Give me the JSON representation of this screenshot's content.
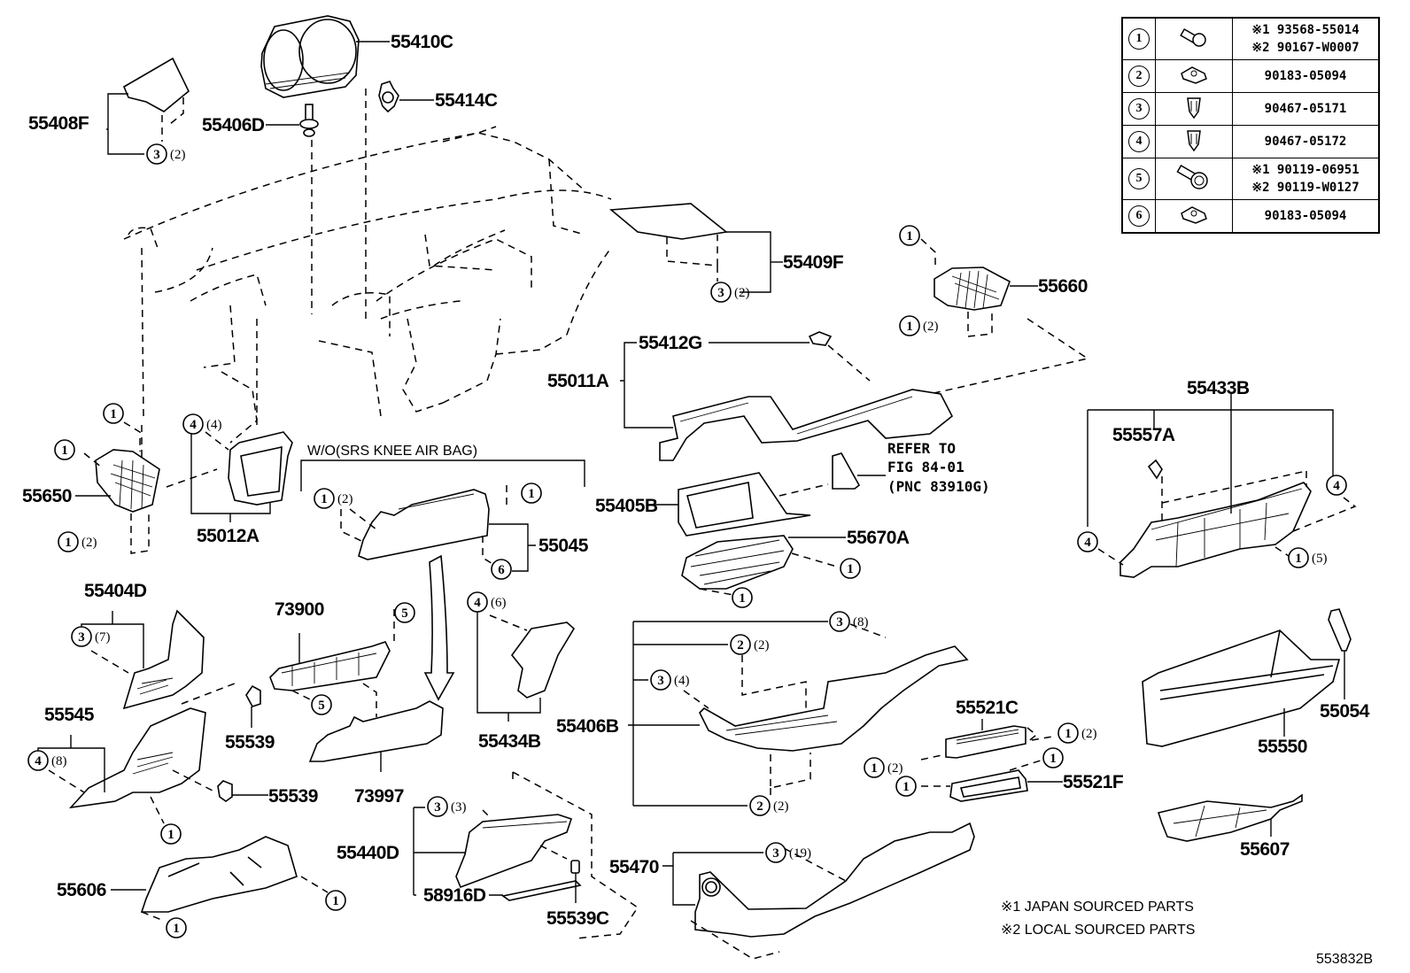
{
  "figure_id": "553832B",
  "fastener_table": [
    {
      "ref": "1",
      "icon": "bolt-icon",
      "part_numbers": [
        "※1 93568-55014",
        "※2 90167-W0007"
      ]
    },
    {
      "ref": "2",
      "icon": "nut-clip-icon",
      "part_numbers": [
        "90183-05094"
      ]
    },
    {
      "ref": "3",
      "icon": "clip-icon",
      "part_numbers": [
        "90467-05171"
      ]
    },
    {
      "ref": "4",
      "icon": "clip-icon",
      "part_numbers": [
        "90467-05172"
      ]
    },
    {
      "ref": "5",
      "icon": "bolt-washer-icon",
      "part_numbers": [
        "※1 90119-06951",
        "※2 90119-W0127"
      ]
    },
    {
      "ref": "6",
      "icon": "nut-clip-icon",
      "part_numbers": [
        "90183-05094"
      ]
    }
  ],
  "notes": [
    "※1  JAPAN  SOURCED  PARTS",
    "※2  LOCAL  SOURCED  PARTS"
  ],
  "condition_label": "W/O(SRS KNEE AIR BAG)",
  "reference": [
    "REFER TO",
    "FIG 84-01",
    "(PNC 83910G)"
  ],
  "parts": {
    "p55410C": "55410C",
    "p55408F": "55408F",
    "p55406D": "55406D",
    "p55414C": "55414C",
    "p55409F": "55409F",
    "p55660": "55660",
    "p55412G": "55412G",
    "p55011A": "55011A",
    "p55650": "55650",
    "p55012A": "55012A",
    "p55045": "55045",
    "p55405B": "55405B",
    "p55670A": "55670A",
    "p55433B": "55433B",
    "p55557A": "55557A",
    "p55404D": "55404D",
    "p73900": "73900",
    "p55434B": "55434B",
    "p55406B": "55406B",
    "p55521C": "55521C",
    "p55054": "55054",
    "p55545": "55545",
    "p55539a": "55539",
    "p55539b": "55539",
    "p73997": "73997",
    "p55550": "55550",
    "p55521F": "55521F",
    "p55440D": "55440D",
    "p58916D": "58916D",
    "p55539C": "55539C",
    "p55470": "55470",
    "p55606": "55606",
    "p55607": "55607"
  },
  "callouts": {
    "c_55408F": {
      "ref": "3",
      "qty": "(2)"
    },
    "c_55409F": {
      "ref": "3",
      "qty": "(2)"
    },
    "c_55660_top": {
      "ref": "1"
    },
    "c_55660_bot": {
      "ref": "1",
      "qty": "(2)"
    },
    "c_55650_a": {
      "ref": "1"
    },
    "c_55650_b": {
      "ref": "1"
    },
    "c_55650_c": {
      "ref": "1",
      "qty": "(2)"
    },
    "c_55012A": {
      "ref": "4",
      "qty": "(4)"
    },
    "c_55045_a": {
      "ref": "1",
      "qty": "(2)"
    },
    "c_55045_b": {
      "ref": "1"
    },
    "c_55045_c": {
      "ref": "6"
    },
    "c_55670A_a": {
      "ref": "1"
    },
    "c_55670A_b": {
      "ref": "1"
    },
    "c_55433B_l": {
      "ref": "4"
    },
    "c_55433B_r": {
      "ref": "4"
    },
    "c_55433B_b": {
      "ref": "1",
      "qty": "(5)"
    },
    "c_55404D": {
      "ref": "3",
      "qty": "(7)"
    },
    "c_73900_a": {
      "ref": "5"
    },
    "c_73900_b": {
      "ref": "5"
    },
    "c_55434B": {
      "ref": "4",
      "qty": "(6)"
    },
    "c_55406B_a": {
      "ref": "3",
      "qty": "(8)"
    },
    "c_55406B_b": {
      "ref": "2",
      "qty": "(2)"
    },
    "c_55406B_c": {
      "ref": "3",
      "qty": "(4)"
    },
    "c_55406B_d": {
      "ref": "2",
      "qty": "(2)"
    },
    "c_55521C_a": {
      "ref": "1",
      "qty": "(2)"
    },
    "c_55521C_b": {
      "ref": "1",
      "qty": "(2)"
    },
    "c_55521F_a": {
      "ref": "1"
    },
    "c_55521F_b": {
      "ref": "1"
    },
    "c_55545": {
      "ref": "4",
      "qty": "(8)"
    },
    "c_55545_b": {
      "ref": "1"
    },
    "c_55440D": {
      "ref": "3",
      "qty": "(3)"
    },
    "c_55470": {
      "ref": "3",
      "qty": "(19)"
    },
    "c_55606_a": {
      "ref": "1"
    },
    "c_55606_b": {
      "ref": "1"
    }
  }
}
